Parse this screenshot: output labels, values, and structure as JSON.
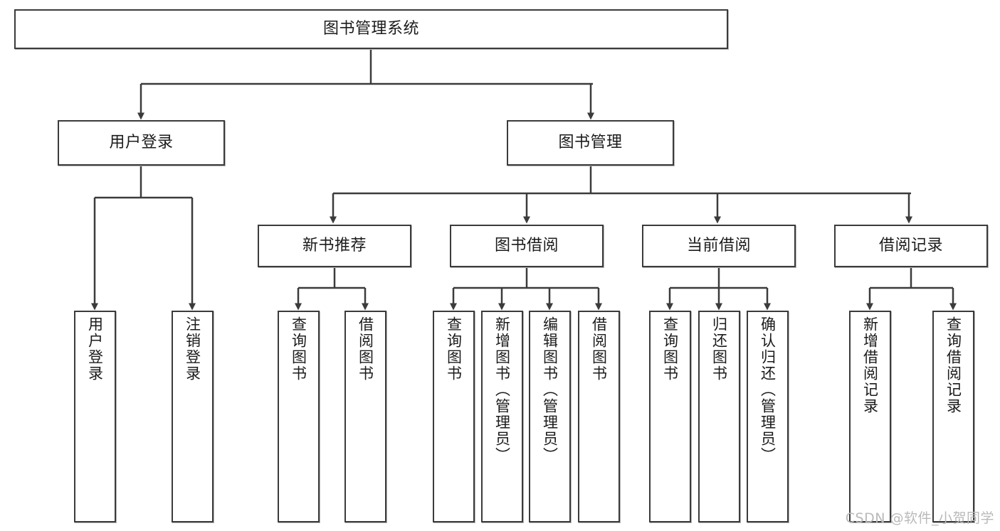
{
  "diagram": {
    "title": "图书管理系统",
    "type": "tree-hierarchy",
    "watermark": "CSDN @软件_小贺同学",
    "colors": {
      "node_border": "#3b3b3b",
      "node_fill": "#ffffff",
      "edge": "#3b3b3b",
      "text": "#1b1b1b",
      "watermark": "#b9b9b9",
      "background": "#ffffff"
    },
    "root": {
      "id": "root",
      "label": "图书管理系统"
    },
    "level2": [
      {
        "id": "n_login",
        "label": "用户登录"
      },
      {
        "id": "n_bookmgmt",
        "label": "图书管理"
      }
    ],
    "level3": [
      {
        "id": "n_newbook",
        "label": "新书推荐",
        "parent": "n_bookmgmt"
      },
      {
        "id": "n_borrow",
        "label": "图书借阅",
        "parent": "n_bookmgmt"
      },
      {
        "id": "n_current",
        "label": "当前借阅",
        "parent": "n_bookmgmt"
      },
      {
        "id": "n_record",
        "label": "借阅记录",
        "parent": "n_bookmgmt"
      }
    ],
    "leaves": [
      {
        "id": "l1",
        "label": "用户登录",
        "parent": "n_login"
      },
      {
        "id": "l2",
        "label": "注销登录",
        "parent": "n_login"
      },
      {
        "id": "l3",
        "label": "查询图书",
        "parent": "n_newbook"
      },
      {
        "id": "l4",
        "label": "借阅图书",
        "parent": "n_newbook"
      },
      {
        "id": "l5",
        "label": "查询图书",
        "parent": "n_borrow"
      },
      {
        "id": "l6",
        "label": "新增图书（管理员）",
        "parent": "n_borrow"
      },
      {
        "id": "l7",
        "label": "编辑图书（管理员）",
        "parent": "n_borrow"
      },
      {
        "id": "l8",
        "label": "借阅图书",
        "parent": "n_borrow"
      },
      {
        "id": "l9",
        "label": "查询图书",
        "parent": "n_current"
      },
      {
        "id": "l10",
        "label": "归还图书",
        "parent": "n_current"
      },
      {
        "id": "l11",
        "label": "确认归还（管理员）",
        "parent": "n_current"
      },
      {
        "id": "l12",
        "label": "新增借阅记录",
        "parent": "n_record"
      },
      {
        "id": "l13",
        "label": "查询借阅记录",
        "parent": "n_record"
      }
    ]
  }
}
